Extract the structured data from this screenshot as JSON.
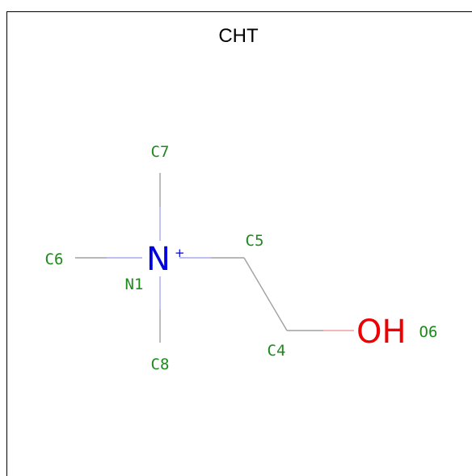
{
  "title": "CHT",
  "colors": {
    "carbon_label": "#1b8a1b",
    "nitrogen": "#0000e0",
    "oxygen": "#ee0000",
    "bond_gray": "#a0a0a0",
    "bond_blue": "#a8a8f0",
    "bond_red": "#f0a0a0",
    "frame": "#000000"
  },
  "atoms": {
    "n1": {
      "element": "N",
      "charge": "+",
      "label": "N1"
    },
    "c5": {
      "label": "C5"
    },
    "c4": {
      "label": "C4"
    },
    "c6": {
      "label": "C6"
    },
    "c7": {
      "label": "C7"
    },
    "c8": {
      "label": "C8"
    },
    "o6": {
      "element": "OH",
      "label": "O6"
    }
  }
}
